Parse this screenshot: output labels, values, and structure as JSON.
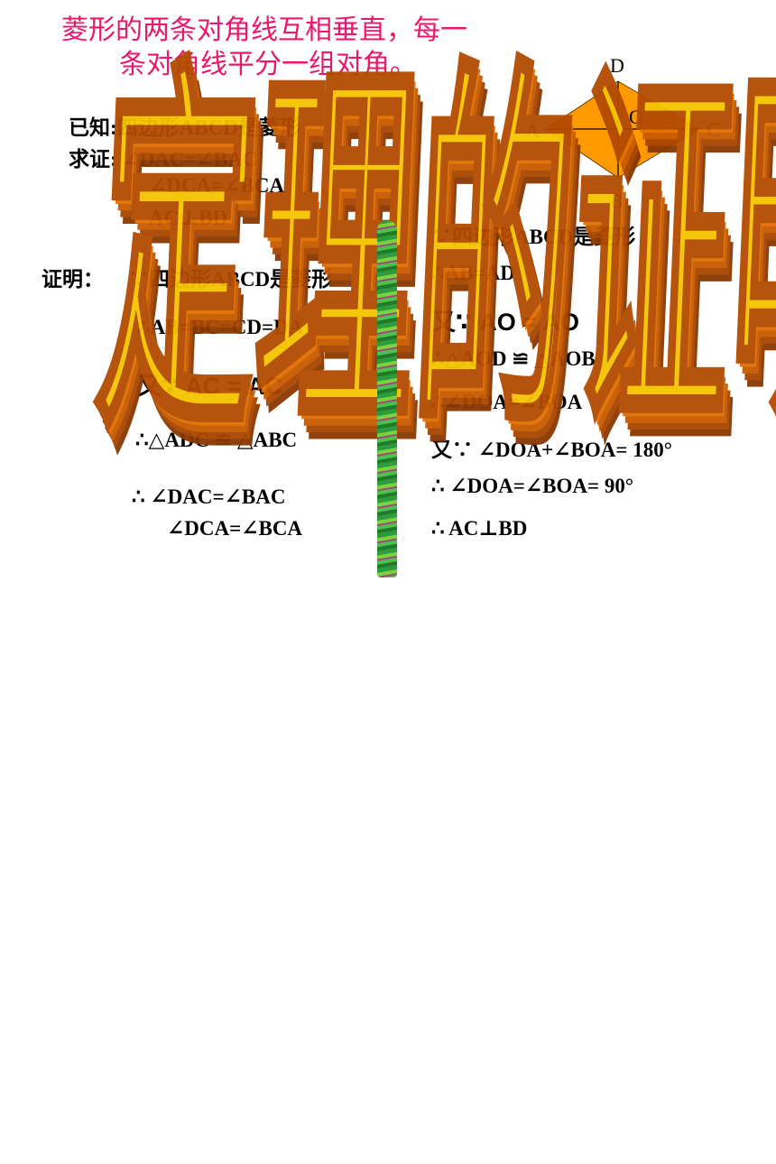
{
  "theorem": {
    "line1": "菱形的两条对角线互相垂直，每一",
    "line2": "条对角线平分一组对角。"
  },
  "figure": {
    "fill_color": "#ff9900",
    "labels": {
      "D": "D",
      "A": "A",
      "O": "O",
      "C": "C",
      "B": "B"
    }
  },
  "given": {
    "known": "已知:四边形ABCD是菱形",
    "prove1": "求证: ∠DAC=∠BAC",
    "prove2": "∠DCA=∠BCA",
    "prove3": "AC⊥BD"
  },
  "proof_left": {
    "label": "证明：",
    "l1": "∵四边形ABCD是菱形",
    "l2": "∴AB=BC=CD=DA",
    "l3": "又∵ AC = AC",
    "l4": "∴△ADC ≌ △ABC",
    "l5": "∴ ∠DAC=∠BAC",
    "l6": "∠DCA=∠BCA"
  },
  "proof_right": {
    "r1": "∵四边形ABCD是菱形",
    "r2": "∴AB=AD",
    "r3": "又∵ AO = AO",
    "r4": "∴△AOD ≌ △AOB",
    "r5": "∴∠DOA=∠BOA",
    "r6": "又∵ ∠DOA+∠BOA= 180°",
    "r7": "∴ ∠DOA=∠BOA= 90°",
    "r8": "∴ AC⊥BD"
  },
  "wordart": {
    "text": "定理的证明"
  }
}
